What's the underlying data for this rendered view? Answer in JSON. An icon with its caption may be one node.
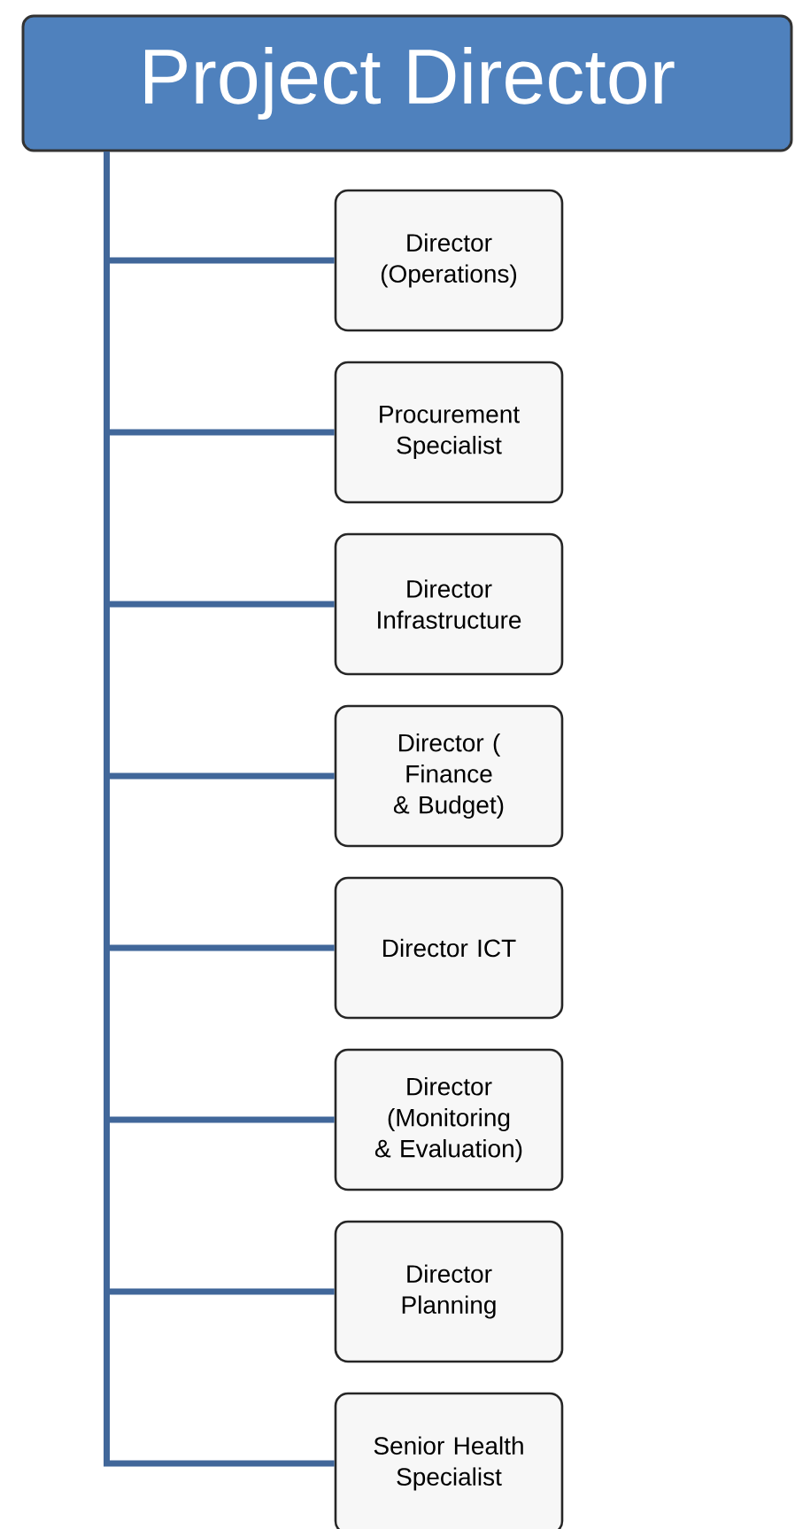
{
  "diagram": {
    "nodes": [
      {
        "text": [
          "Project Director"
        ]
      },
      {
        "text": [
          "Director (Operations)"
        ]
      },
      {
        "text": [
          "Procurement Specialist"
        ]
      },
      {
        "text": [
          "Director Infrastructure"
        ]
      },
      {
        "text": [
          "Director ( Finance & Budget)"
        ]
      },
      {
        "text": [
          "Director ICT"
        ]
      },
      {
        "text": [
          "Director (Monitoring & Evaluation)"
        ]
      },
      {
        "text": [
          "Director Planning"
        ]
      },
      {
        "text": [
          "Senior Health Specialist"
        ]
      }
    ],
    "edges": [
      {
        "from": 0,
        "to": 1,
        "arrow": "none"
      },
      {
        "from": 0,
        "to": 2,
        "arrow": "none"
      },
      {
        "from": 0,
        "to": 3,
        "arrow": "none"
      },
      {
        "from": 0,
        "to": 4,
        "arrow": "none"
      },
      {
        "from": 0,
        "to": 5,
        "arrow": "none"
      },
      {
        "from": 0,
        "to": 6,
        "arrow": "none"
      },
      {
        "from": 0,
        "to": 7,
        "arrow": "none"
      },
      {
        "from": 0,
        "to": 8,
        "arrow": "none"
      }
    ]
  }
}
